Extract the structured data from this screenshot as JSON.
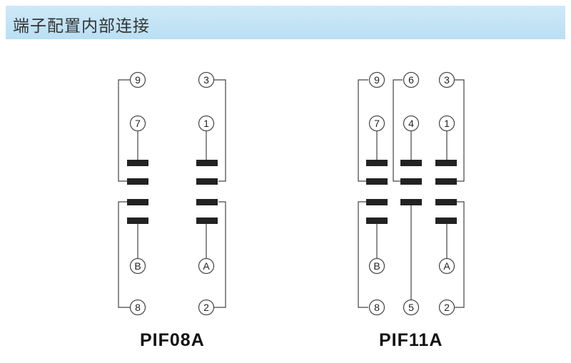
{
  "header": {
    "title": "端子配置内部连接"
  },
  "colors": {
    "header_bg": "#bfe2f6",
    "line": "#333333",
    "contact": "#222222"
  },
  "diagrams": [
    {
      "model": "PIF08A",
      "terminals": [
        "9",
        "3",
        "7",
        "1",
        "B",
        "A",
        "8",
        "2"
      ]
    },
    {
      "model": "PIF11A",
      "terminals": [
        "9",
        "6",
        "3",
        "7",
        "4",
        "1",
        "B",
        "A",
        "8",
        "5",
        "2"
      ]
    }
  ]
}
